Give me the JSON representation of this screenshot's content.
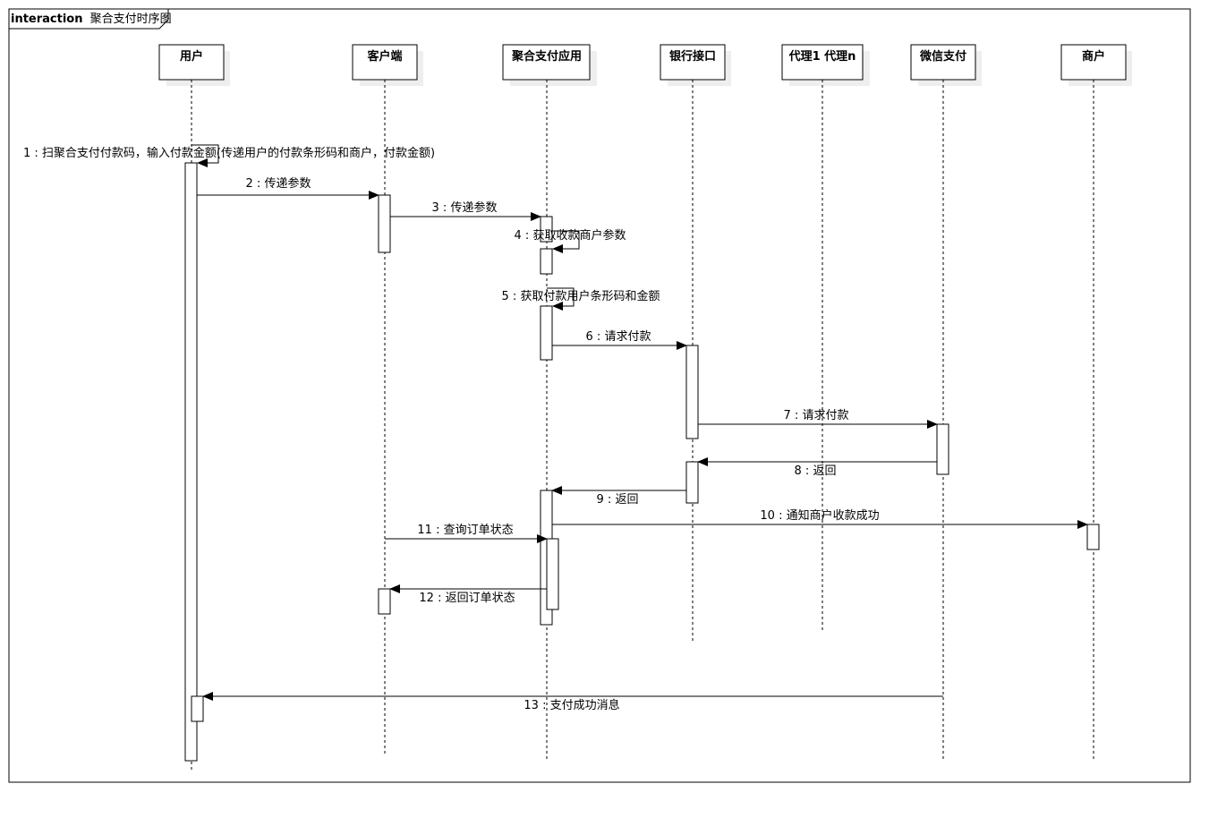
{
  "frame": {
    "keyword": "interaction",
    "name": "聚合支付时序图"
  },
  "lifelines": [
    {
      "id": "user",
      "label": "用户"
    },
    {
      "id": "client",
      "label": "客户端"
    },
    {
      "id": "app",
      "label": "聚合支付应用"
    },
    {
      "id": "bank",
      "label": "银行接口"
    },
    {
      "id": "agent",
      "label": "代理1 代理n"
    },
    {
      "id": "wechat",
      "label": "微信支付"
    },
    {
      "id": "merchant",
      "label": "商户"
    }
  ],
  "messages": [
    {
      "n": 1,
      "label": "1 : 扫聚合支付付款码，输入付款金额(传递用户的付款条形码和商户，付款金额)",
      "from": "user",
      "to": "user",
      "self": true
    },
    {
      "n": 2,
      "label": "2 : 传递参数",
      "from": "user",
      "to": "client"
    },
    {
      "n": 3,
      "label": "3 : 传递参数",
      "from": "client",
      "to": "app"
    },
    {
      "n": 4,
      "label": "4 : 获取收款商户参数",
      "from": "app",
      "to": "app",
      "self": true
    },
    {
      "n": 5,
      "label": "5 : 获取付款用户条形码和金额",
      "from": "app",
      "to": "app",
      "self": true
    },
    {
      "n": 6,
      "label": "6 : 请求付款",
      "from": "app",
      "to": "bank"
    },
    {
      "n": 7,
      "label": "7 : 请求付款",
      "from": "bank",
      "to": "wechat"
    },
    {
      "n": 8,
      "label": "8 : 返回",
      "from": "wechat",
      "to": "bank"
    },
    {
      "n": 9,
      "label": "9 : 返回",
      "from": "bank",
      "to": "app"
    },
    {
      "n": 10,
      "label": "10 : 通知商户收款成功",
      "from": "app",
      "to": "merchant"
    },
    {
      "n": 11,
      "label": "11 : 查询订单状态",
      "from": "client",
      "to": "app"
    },
    {
      "n": 12,
      "label": "12 : 返回订单状态",
      "from": "app",
      "to": "client"
    },
    {
      "n": 13,
      "label": "13 : 支付成功消息",
      "from": "wechat",
      "to": "user"
    }
  ]
}
